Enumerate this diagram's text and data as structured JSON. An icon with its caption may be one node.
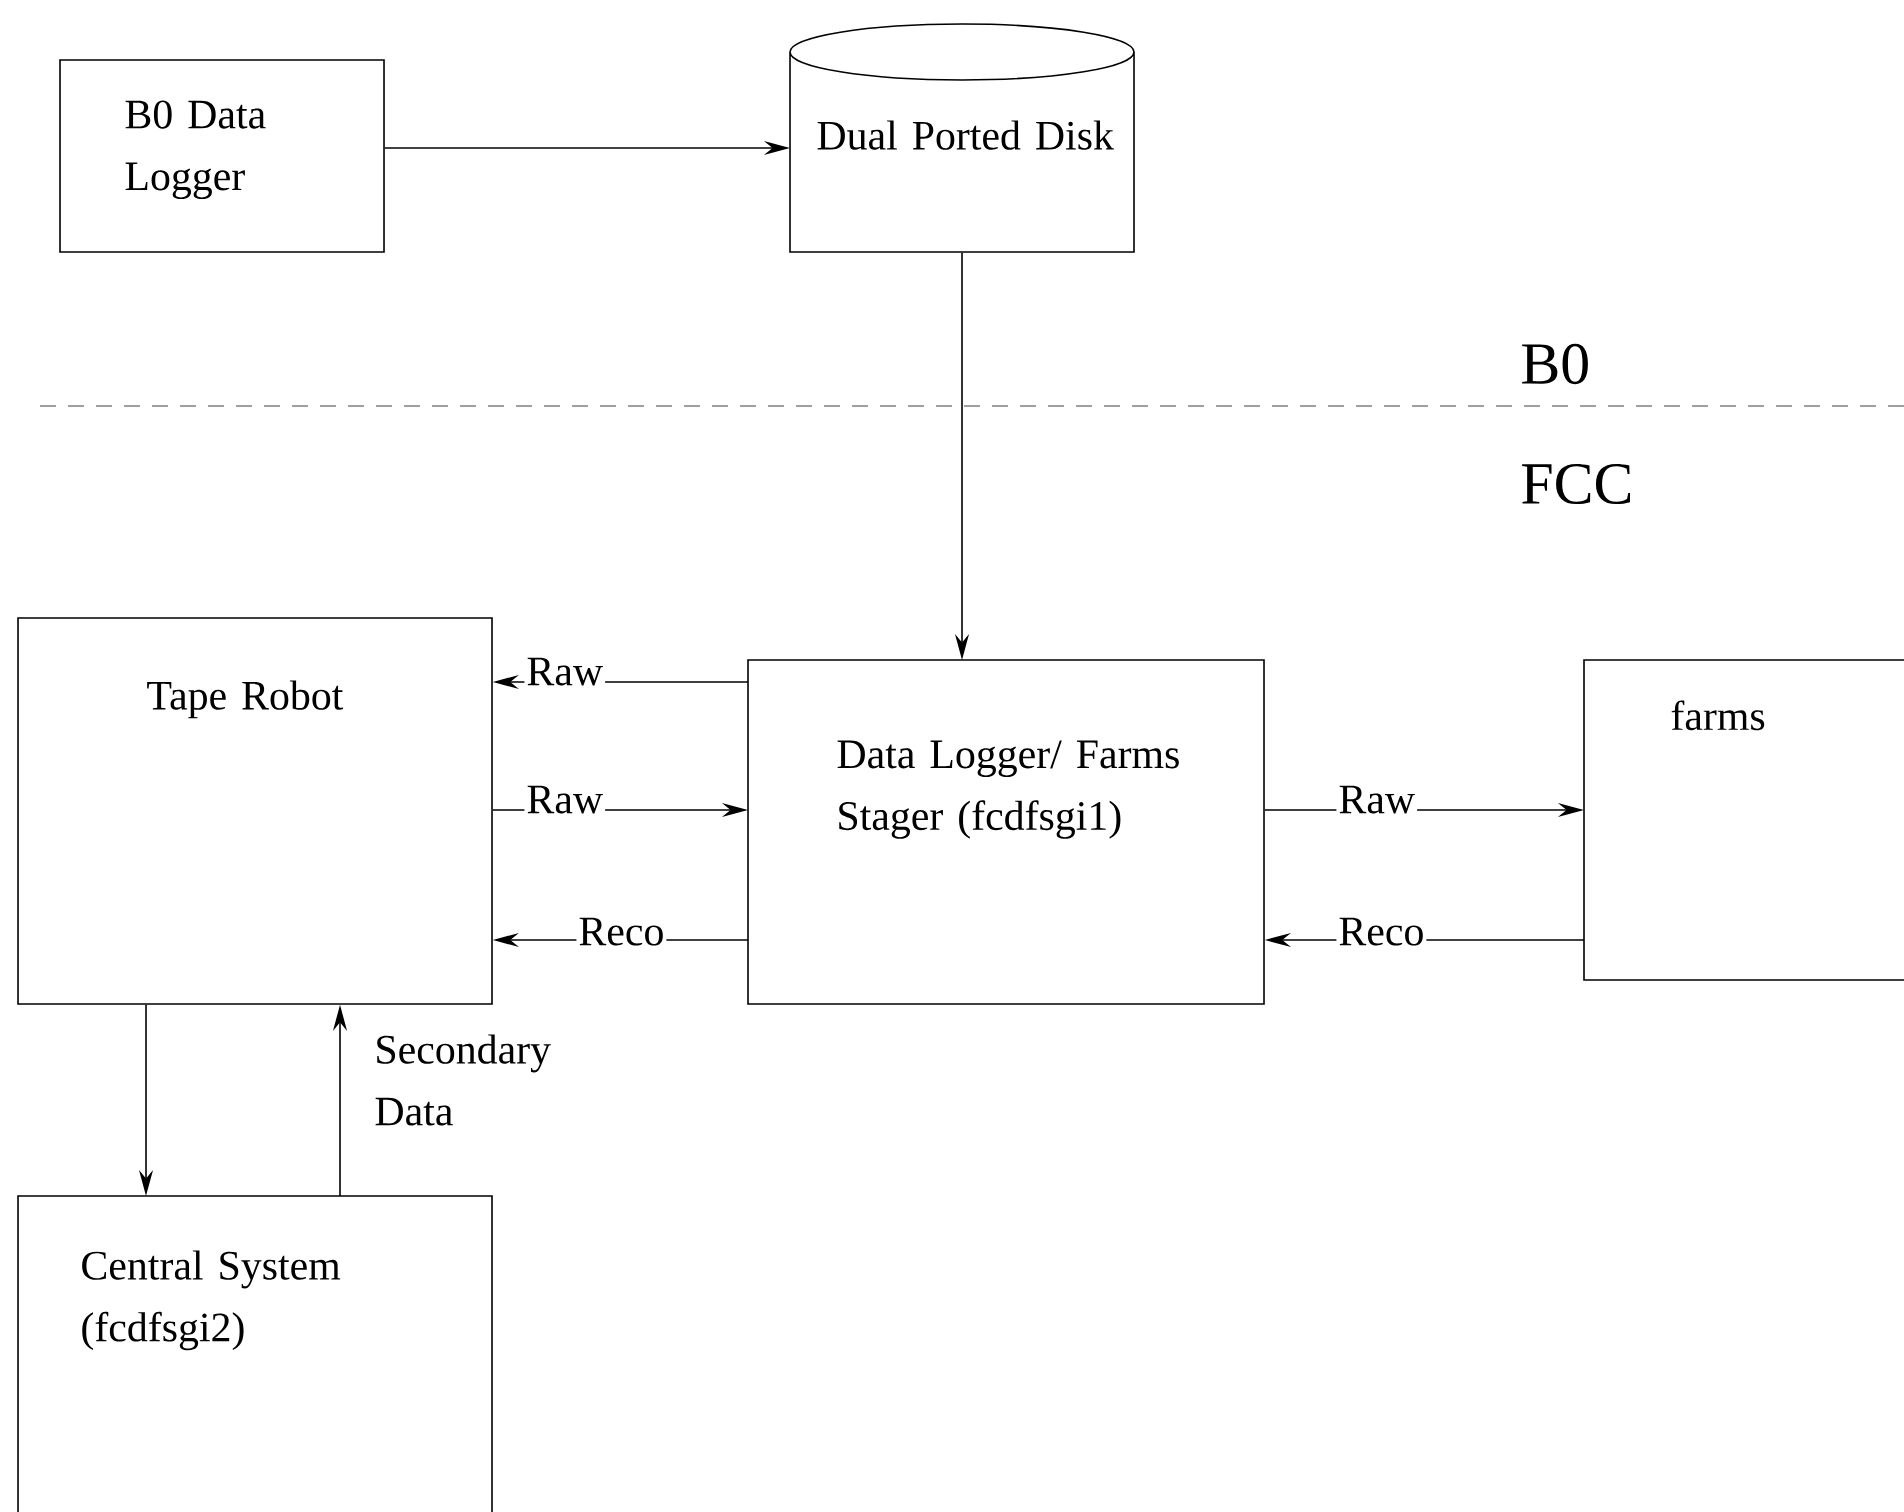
{
  "diagram": {
    "nodes": [
      {
        "text": [
          "B0 Data Logger"
        ]
      },
      {
        "text": [
          "Dual Ported Disk"
        ]
      },
      {
        "text": [
          "Tape Robot"
        ]
      },
      {
        "text": [
          "Data Logger/ Farms Stager (fcdfsgi1)"
        ]
      },
      {
        "text": [
          "farms"
        ]
      },
      {
        "text": [
          "Central System (fcdfsgi2)"
        ]
      }
    ],
    "edges": [
      {
        "from": 0,
        "to": 1,
        "arrow": "to"
      },
      {
        "from": 1,
        "to": 3,
        "arrow": "to"
      },
      {
        "from": 3,
        "to": 2,
        "arrow": "to",
        "label": "Raw"
      },
      {
        "from": 2,
        "to": 3,
        "arrow": "to",
        "label": "Raw"
      },
      {
        "from": 3,
        "to": 2,
        "arrow": "to",
        "label": "Reco"
      },
      {
        "from": 3,
        "to": 4,
        "arrow": "to",
        "label": "Raw"
      },
      {
        "from": 4,
        "to": 3,
        "arrow": "to",
        "label": "Reco"
      },
      {
        "from": 2,
        "to": 5,
        "arrow": "to"
      },
      {
        "from": 5,
        "to": 2,
        "arrow": "to",
        "label": "Secondary Data"
      }
    ],
    "labels": [
      "B0",
      "FCC"
    ]
  }
}
